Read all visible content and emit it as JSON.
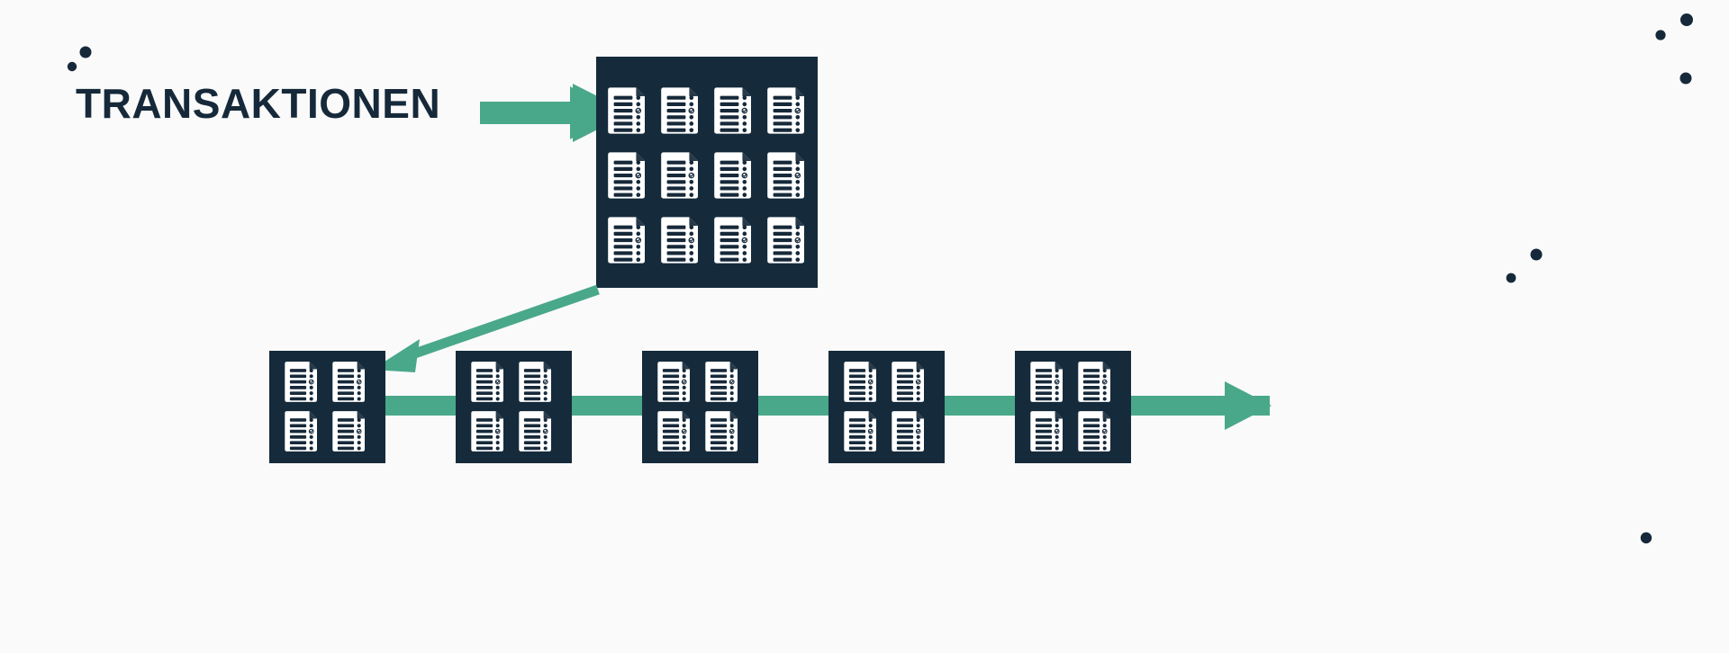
{
  "page": {
    "title": "Transaktionen Blockchain Diagram",
    "background_color": "#fafafa"
  },
  "palette": {
    "navy": "#16293a",
    "navy_block": "#152b3c",
    "green": "#4aa88a",
    "doc_white": "#ffffff",
    "doc_line": "#16293a"
  },
  "labels": {
    "transaktionen": "TRANSAKTIONEN"
  },
  "pool": {
    "name": "transaction-pool",
    "columns": 4,
    "rows": 3,
    "document_count": 12
  },
  "chain": {
    "name": "block-chain",
    "block_count": 5,
    "docs_per_block": 4,
    "block_columns": 2,
    "block_rows": 2
  },
  "arrows": [
    {
      "name": "arrow-into-pool",
      "direction": "right",
      "color": "#4aa88a"
    },
    {
      "name": "arrow-pool-to-chain",
      "direction": "down-left",
      "color": "#4aa88a"
    },
    {
      "name": "arrow-chain-continues",
      "direction": "right",
      "color": "#4aa88a"
    }
  ],
  "document_icon": {
    "name": "transaction-document-icon",
    "line_count": 6,
    "dot_count": 6,
    "checkmark_index": 3
  },
  "decor_dots": {
    "name": "decorative-dots",
    "count": 8,
    "color": "#16293a"
  }
}
